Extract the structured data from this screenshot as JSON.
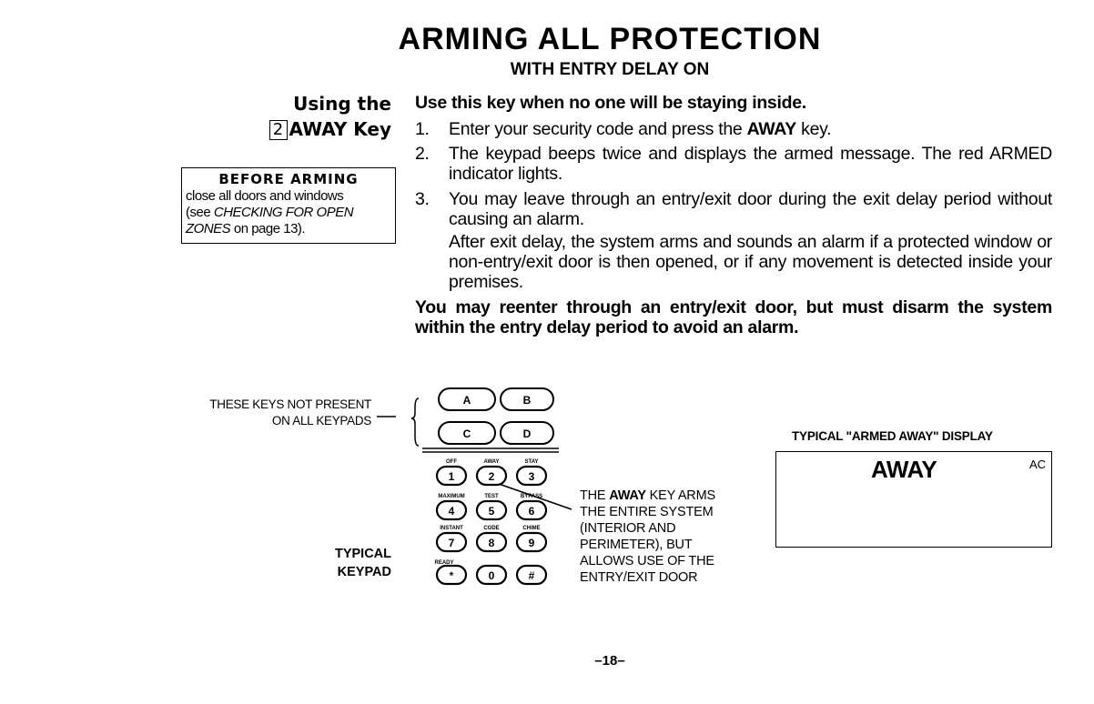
{
  "header": {
    "title": "ARMING ALL PROTECTION",
    "subtitle": "WITH ENTRY DELAY ON"
  },
  "side": {
    "using_the": "Using the",
    "key_number": "2",
    "key_label": "AWAY Key",
    "before_box": {
      "heading": "BEFORE ARMING",
      "line1": "close all doors and windows",
      "line2_pre": "(see ",
      "line2_italic": "CHECKING FOR OPEN",
      "line3_italic": "ZONES",
      "line3_post": " on page 13)."
    }
  },
  "main": {
    "intro": "Use this key when no one will be staying inside.",
    "steps": [
      {
        "num": "1.",
        "pre": "Enter your security code and press the ",
        "bold": "AWAY",
        "post": " key."
      },
      {
        "num": "2.",
        "text": "The keypad beeps twice and displays the armed message. The red ARMED indicator lights."
      },
      {
        "num": "3.",
        "text": "You may leave through an entry/exit door during the exit delay period without causing an alarm."
      }
    ],
    "after": "After exit delay, the system arms and sounds an alarm if a protected window or non-entry/exit door is then opened, or if any movement is detected inside your premises.",
    "reenter": "You may reenter through an entry/exit door, but must disarm the system within the entry delay period to avoid an alarm."
  },
  "keypad": {
    "not_present_line1": "THESE KEYS NOT PRESENT",
    "not_present_line2": "ON ALL KEYPADS",
    "letter_keys": [
      "A",
      "B",
      "C",
      "D"
    ],
    "function_labels": [
      "OFF",
      "AWAY",
      "STAY",
      "MAXIMUM",
      "TEST",
      "BYPASS",
      "INSTANT",
      "CODE",
      "CHIME",
      "READY"
    ],
    "number_keys": [
      "1",
      "2",
      "3",
      "4",
      "5",
      "6",
      "7",
      "8",
      "9",
      "*",
      "0",
      "#"
    ],
    "typical_line1": "TYPICAL",
    "typical_line2": "KEYPAD",
    "note": {
      "pre": "THE ",
      "bold": "AWAY",
      "line1_post": " KEY ARMS",
      "line2": "THE ENTIRE SYSTEM",
      "line3": "(INTERIOR AND",
      "line4": "PERIMETER), BUT",
      "line5": "ALLOWS USE OF THE",
      "line6": "ENTRY/EXIT DOOR"
    }
  },
  "display": {
    "caption": "TYPICAL \"ARMED AWAY\" DISPLAY",
    "main_text": "AWAY",
    "corner_text": "AC"
  },
  "footer": {
    "page": "–18–"
  }
}
